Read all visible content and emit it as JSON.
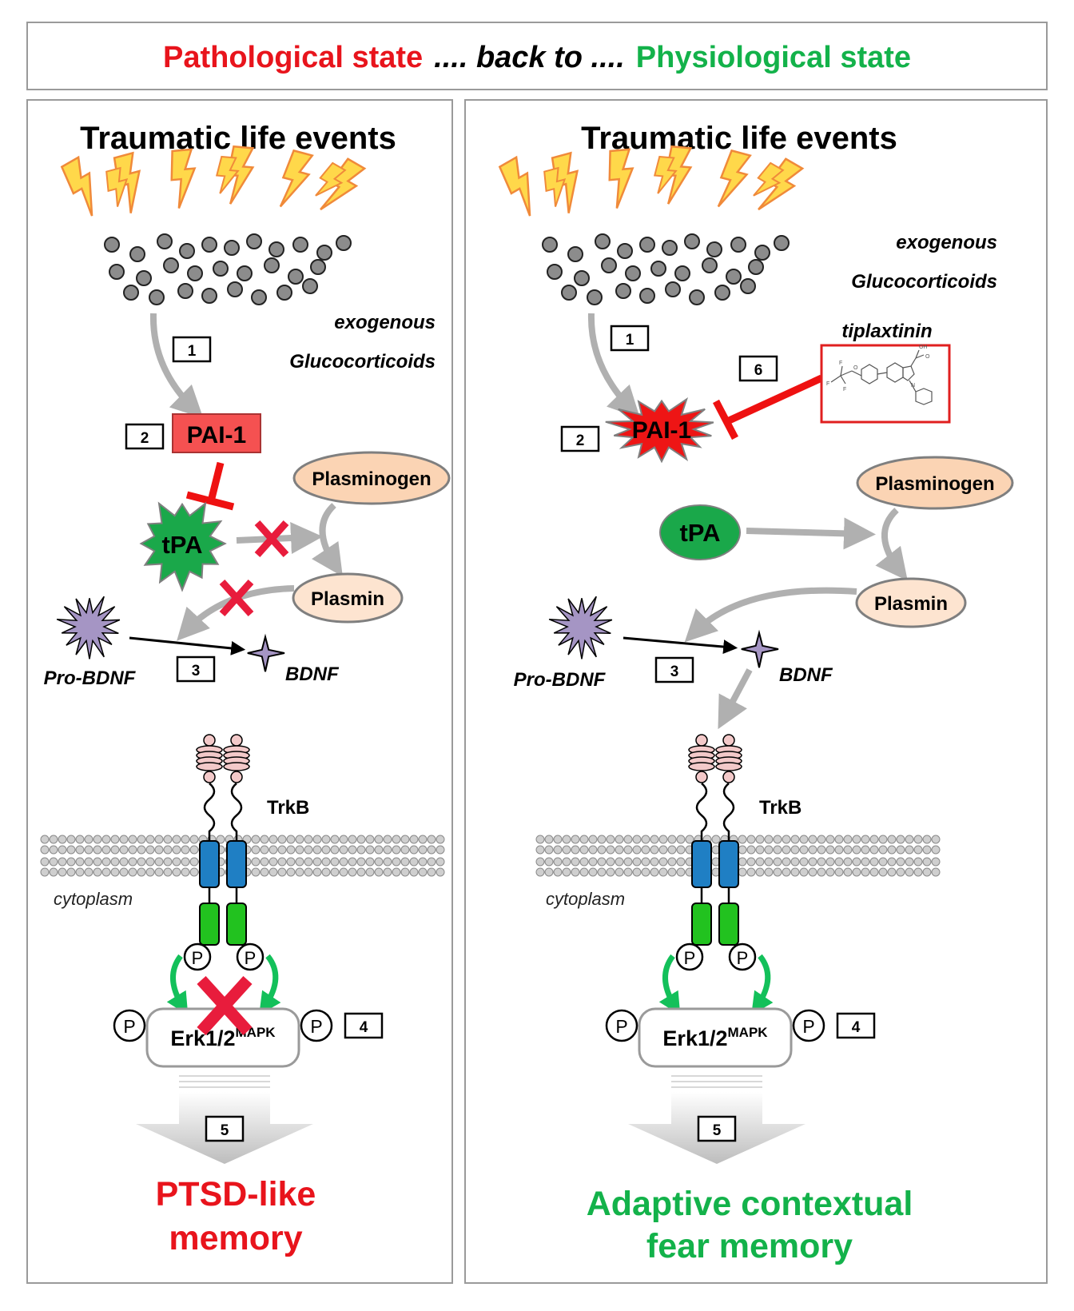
{
  "header": {
    "pathological": "Pathological state",
    "back_to": ".... back to ....",
    "physiological": "Physiological state"
  },
  "left_panel": {
    "title": "Traumatic life events",
    "glucocorticoids_line1": "exogenous",
    "glucocorticoids_line2": "Glucocorticoids",
    "pai1": "PAI-1",
    "plasminogen": "Plasminogen",
    "tpa": "tPA",
    "plasmin": "Plasmin",
    "pro_bdnf": "Pro-BDNF",
    "bdnf": "BDNF",
    "trkb": "TrkB",
    "cytoplasm": "cytoplasm",
    "erk": "Erk1/2",
    "erk_sup": "MAPK",
    "p": "P",
    "outcome_line1": "PTSD-like",
    "outcome_line2": "memory",
    "steps": [
      "1",
      "2",
      "3",
      "4",
      "5"
    ]
  },
  "right_panel": {
    "title": "Traumatic life events",
    "glucocorticoids_line1": "exogenous",
    "glucocorticoids_line2": "Glucocorticoids",
    "tiplaxtinin": "tiplaxtinin",
    "pai1": "PAI-1",
    "plasminogen": "Plasminogen",
    "tpa": "tPA",
    "plasmin": "Plasmin",
    "pro_bdnf": "Pro-BDNF",
    "bdnf": "BDNF",
    "trkb": "TrkB",
    "cytoplasm": "cytoplasm",
    "erk": "Erk1/2",
    "erk_sup": "MAPK",
    "p": "P",
    "outcome_line1": "Adaptive contextual",
    "outcome_line2": "fear memory",
    "steps": [
      "1",
      "2",
      "3",
      "4",
      "5",
      "6"
    ]
  },
  "colors": {
    "pathological": "#e8141c",
    "physiological": "#13b24a",
    "arrow_gray": "#b0b0b0",
    "inhibit_red": "#ee1111",
    "plasminogen_fill": "#fbd4b4",
    "tpa_green": "#1aa84a",
    "receptor_blue": "#1f7fc4",
    "receptor_green": "#22c21f",
    "lightning": "#ffd84a"
  }
}
